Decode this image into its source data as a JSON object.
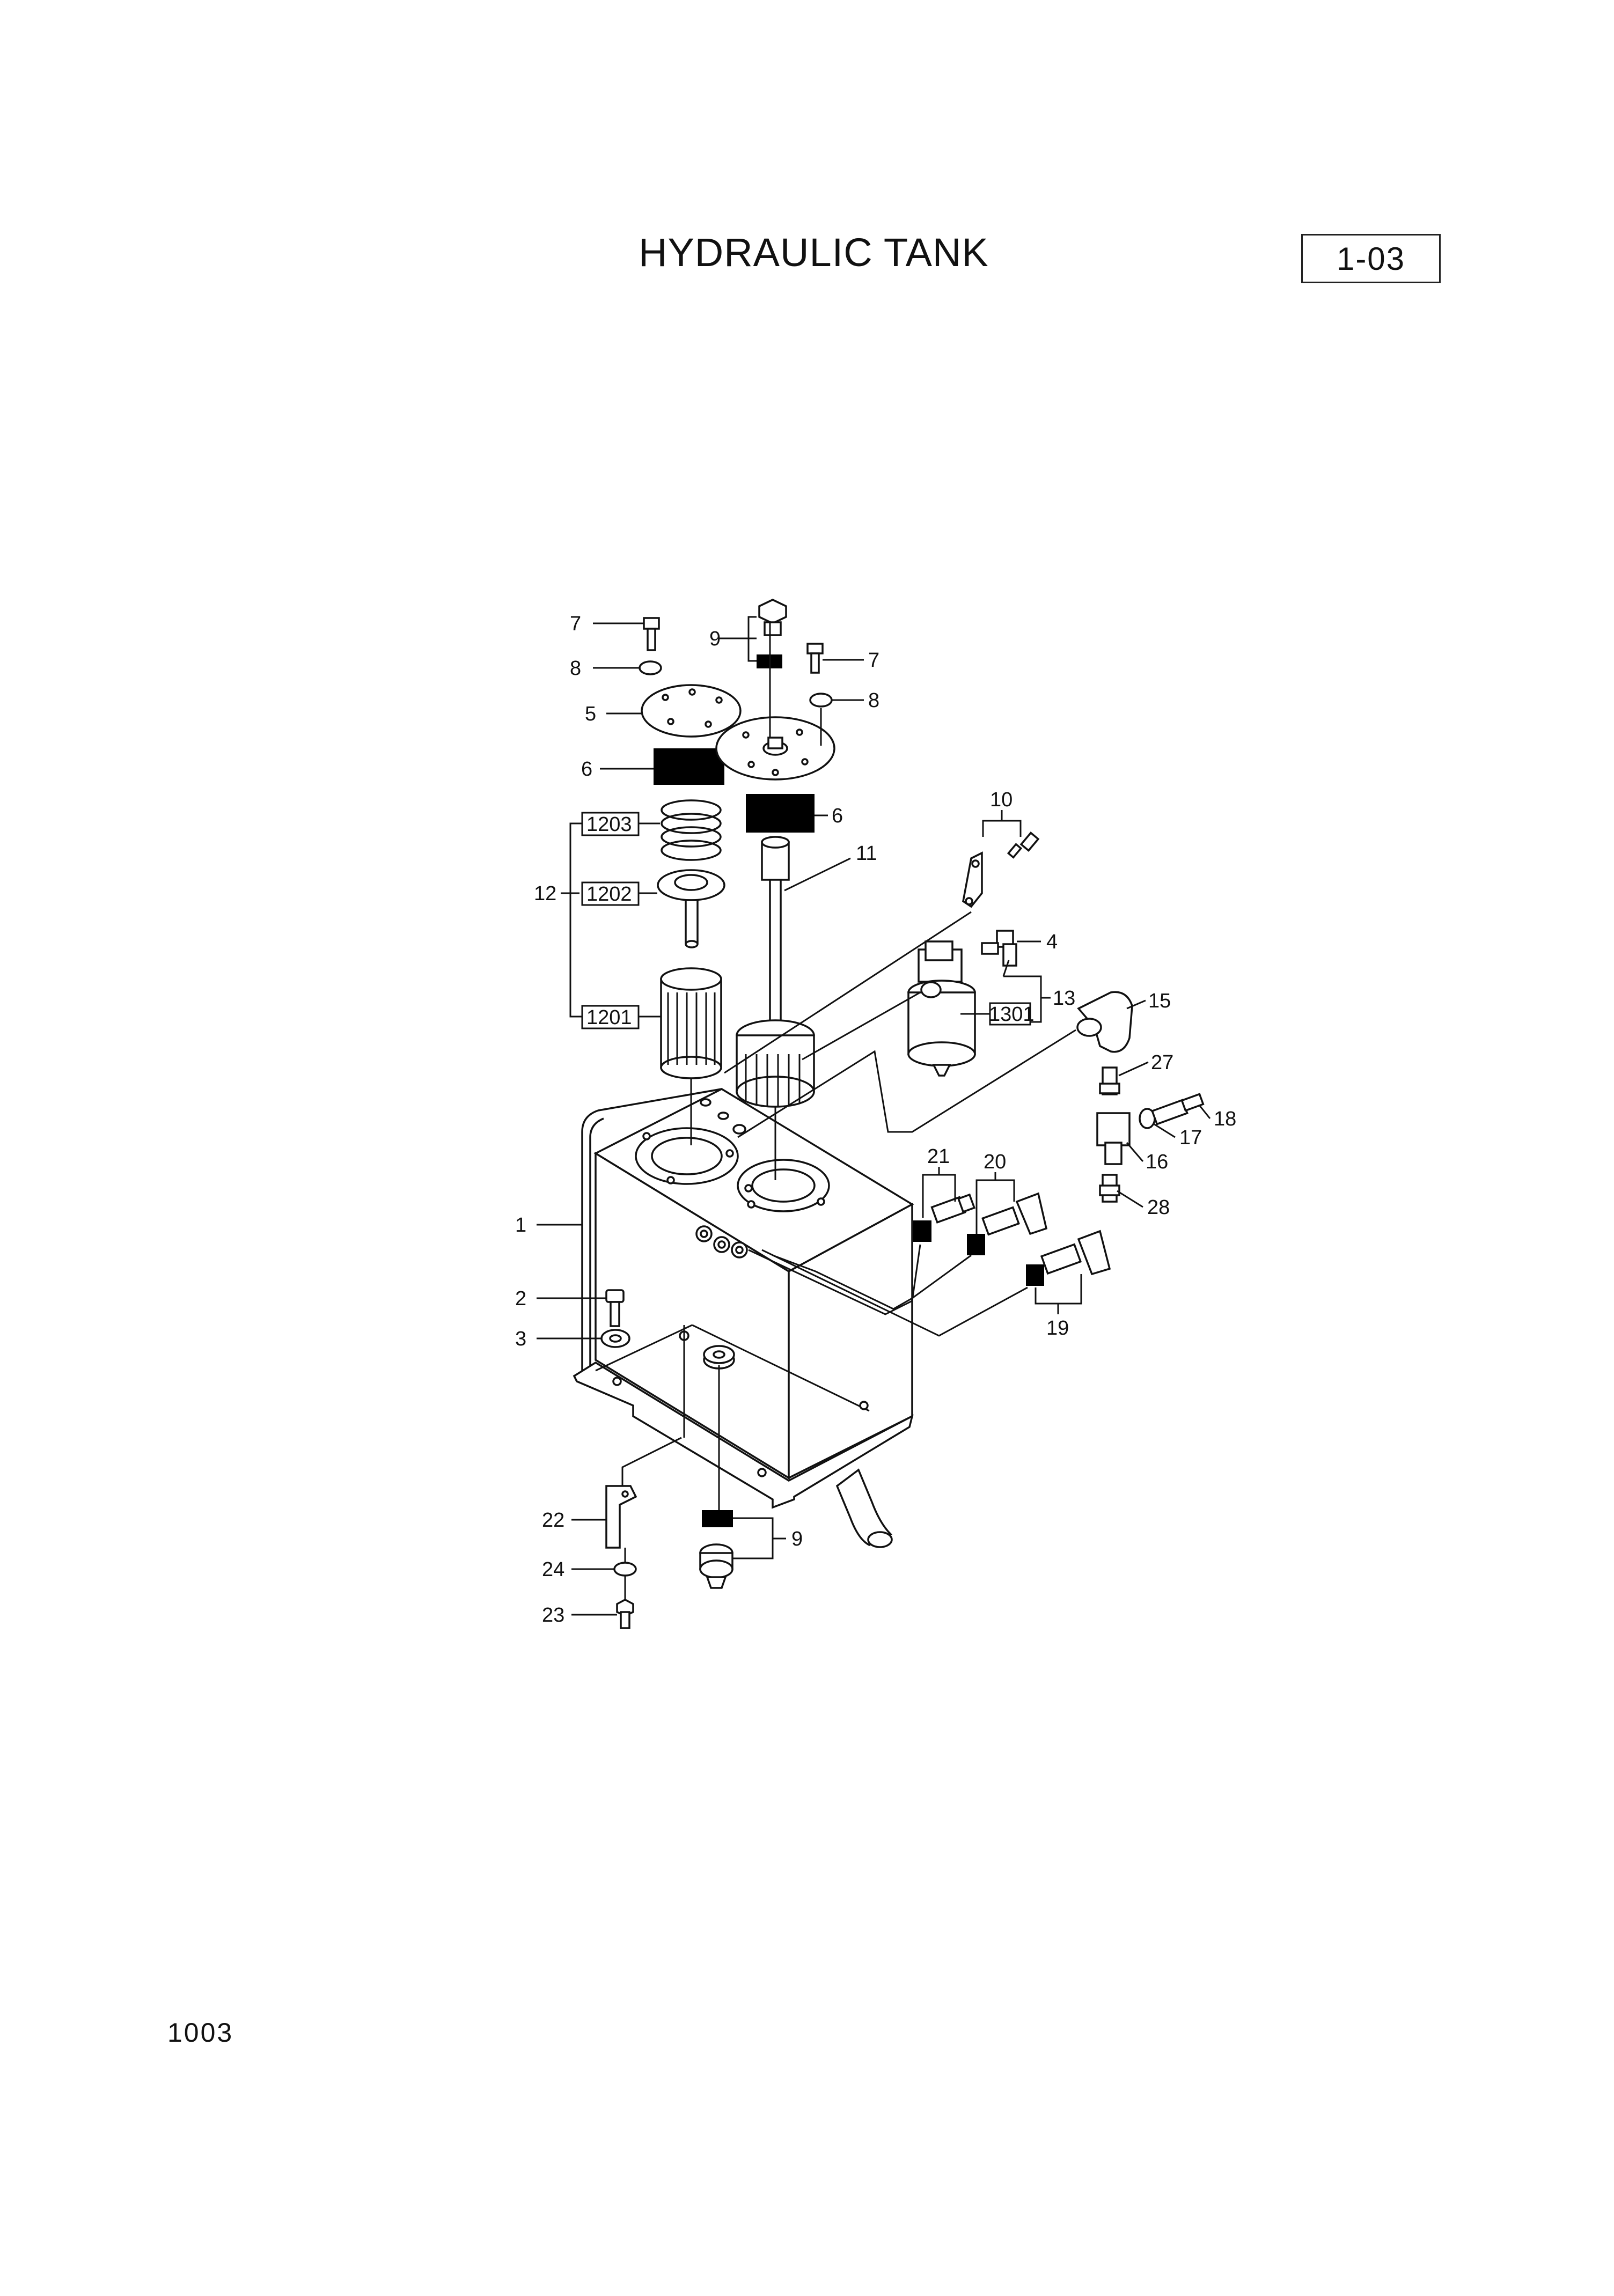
{
  "title": "HYDRAULIC TANK",
  "page_ref": "1-03",
  "page_number": "1003",
  "callouts": {
    "c7a": "7",
    "c9a": "9",
    "c7b": "7",
    "c8a": "8",
    "c8b": "8",
    "c5": "5",
    "c6a": "6",
    "c6b": "6",
    "c1203": "1203",
    "c12": "12",
    "c1202": "1202",
    "c1201": "1201",
    "c11": "11",
    "c10": "10",
    "c4": "4",
    "c13": "13",
    "c1301": "1301",
    "c15": "15",
    "c27": "27",
    "c18": "18",
    "c17": "17",
    "c16": "16",
    "c28": "28",
    "c21": "21",
    "c20": "20",
    "c19": "19",
    "c1": "1",
    "c2": "2",
    "c3": "3",
    "c22": "22",
    "c9b": "9",
    "c24": "24",
    "c23": "23"
  }
}
